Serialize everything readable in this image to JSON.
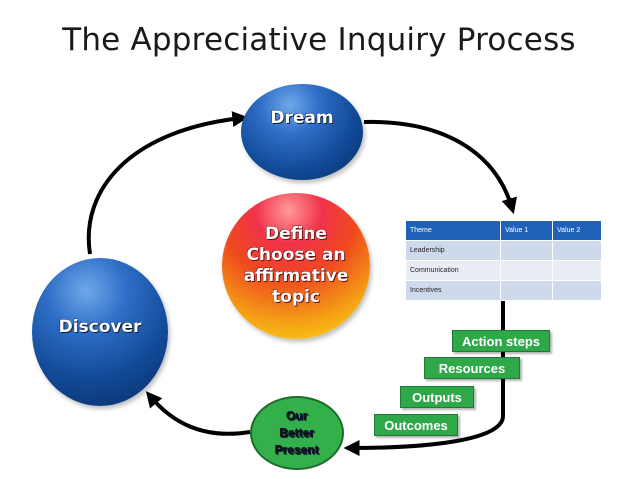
{
  "title": "The Appreciative Inquiry Process",
  "nodes": {
    "dream": "Dream",
    "discover": "Discover",
    "define": [
      "Define",
      "Choose an",
      "affirmative",
      "topic"
    ],
    "present": [
      "Our",
      "Better",
      "Present"
    ]
  },
  "steps": {
    "action": "Action steps",
    "resources": "Resources",
    "outputs": "Outputs",
    "outcomes": "Outcomes"
  },
  "table": {
    "headers": [
      "Theme",
      "Value 1",
      "Value 2"
    ],
    "rows": [
      [
        "Leadership",
        "",
        ""
      ],
      [
        "Communication",
        "",
        ""
      ],
      [
        "Incentives",
        "",
        ""
      ]
    ]
  },
  "colors": {
    "sphere_blue": "#124a98",
    "define_gradient_top": "#f0324a",
    "define_gradient_bottom": "#ffe21a",
    "step_green": "#2fa84a",
    "table_header": "#1f62b8"
  }
}
